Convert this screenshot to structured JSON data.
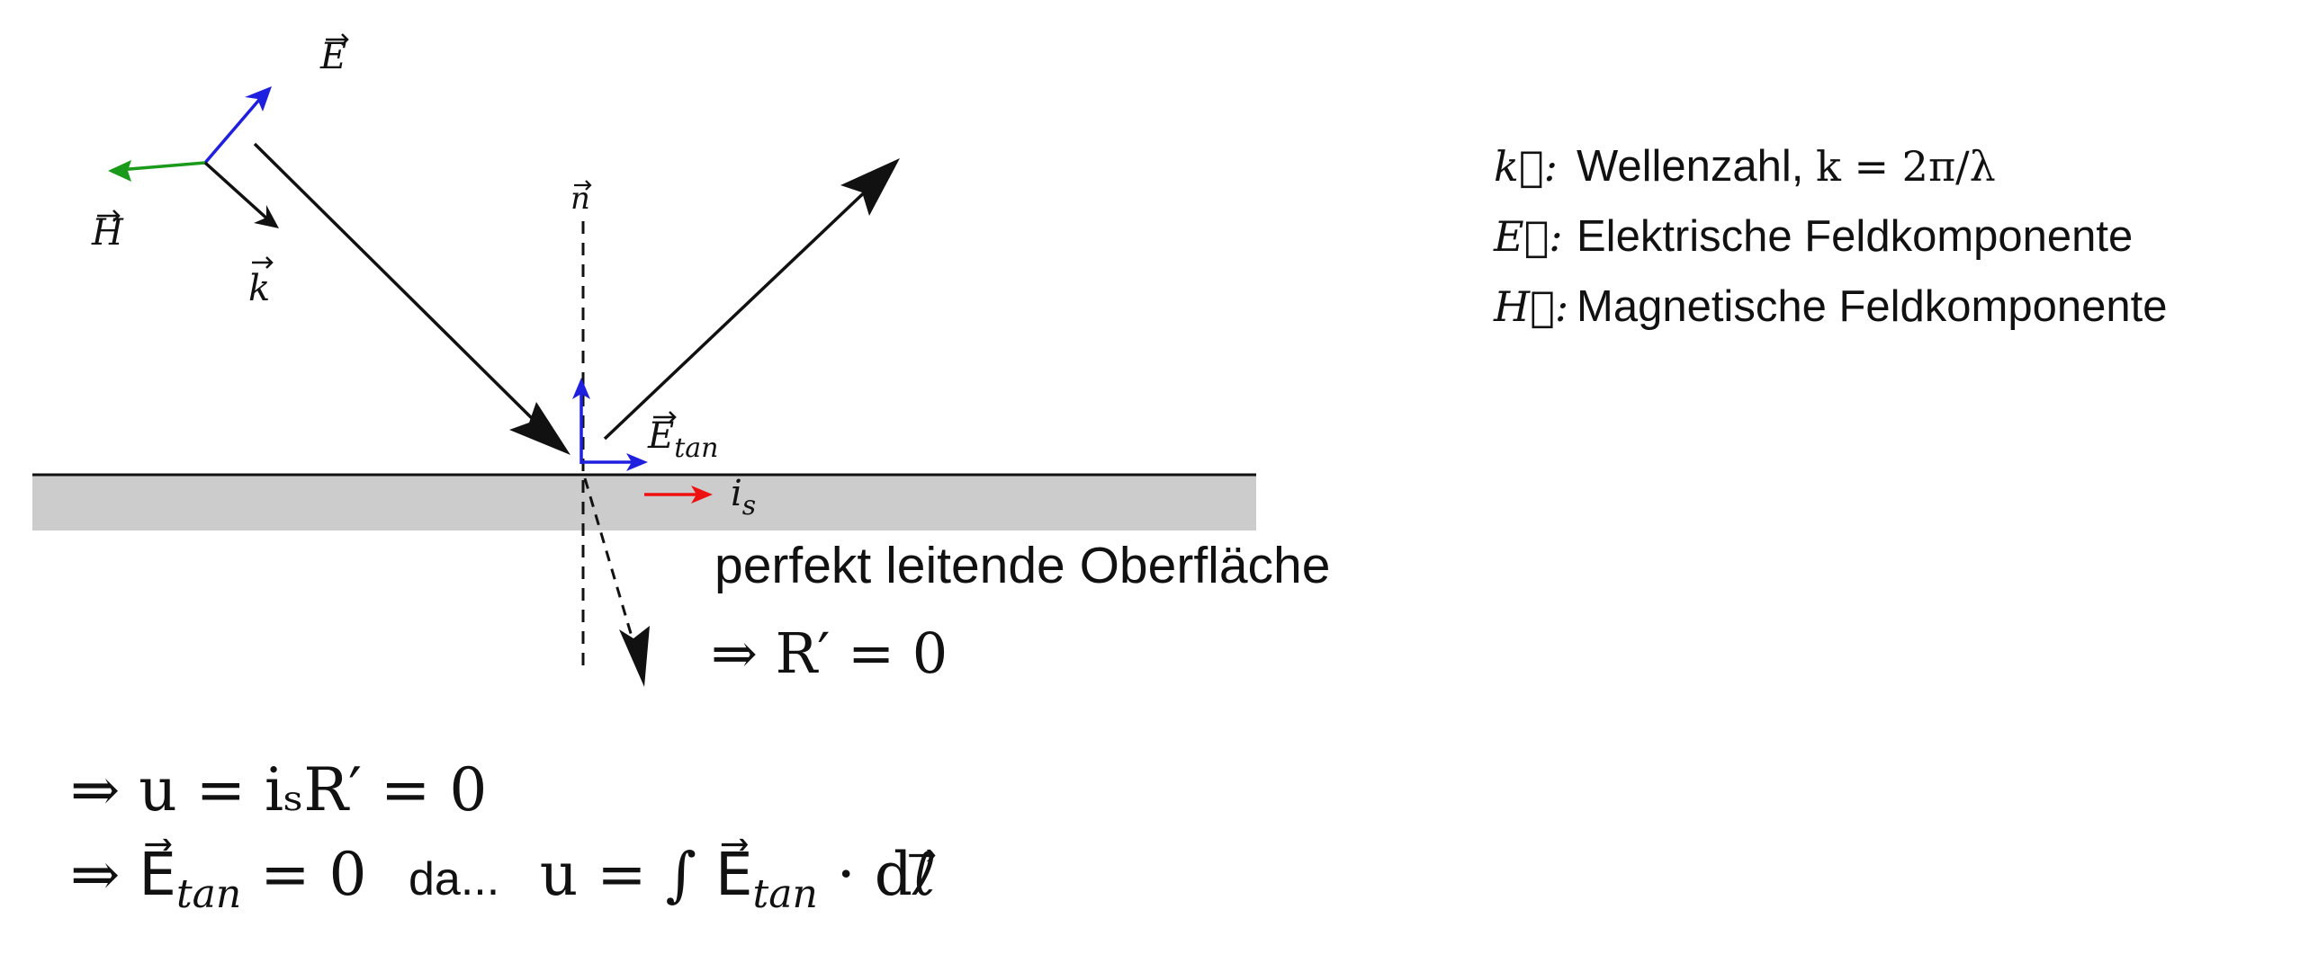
{
  "diagram": {
    "labels": {
      "E_vector": "E",
      "H_vector": "H",
      "k_vector": "k",
      "normal": "n",
      "E_tan": "E",
      "E_tan_sub": "tan",
      "i_s": "i",
      "i_s_sub": "s"
    },
    "surface_caption": "perfekt leitende Oberfläche",
    "surface_resistance": "⇒ R′ = 0",
    "colors": {
      "E_vector": "#1f1fe0",
      "H_vector": "#1a9a1a",
      "k_vector": "#111111",
      "current": "#ee1111",
      "surface": "#cccccc",
      "rays": "#111111"
    }
  },
  "legend": [
    {
      "symbol": "k⃗:",
      "text": "Wellenzahl, ",
      "formula": "k = 2π/λ"
    },
    {
      "symbol": "E⃗:",
      "text": "Elektrische Feldkomponente",
      "formula": ""
    },
    {
      "symbol": "H⃗:",
      "text": "Magnetische Feldkomponente",
      "formula": ""
    }
  ],
  "equations": {
    "line1": "⇒ u = iₛR′ = 0",
    "line2_left": "⇒ E⃗",
    "line2_left_sub": "tan",
    "line2_mid": " = 0",
    "line2_da": "da...",
    "line2_right": "u = ∫ E⃗",
    "line2_right_sub": "tan",
    "line2_end": " · dℓ⃗"
  }
}
